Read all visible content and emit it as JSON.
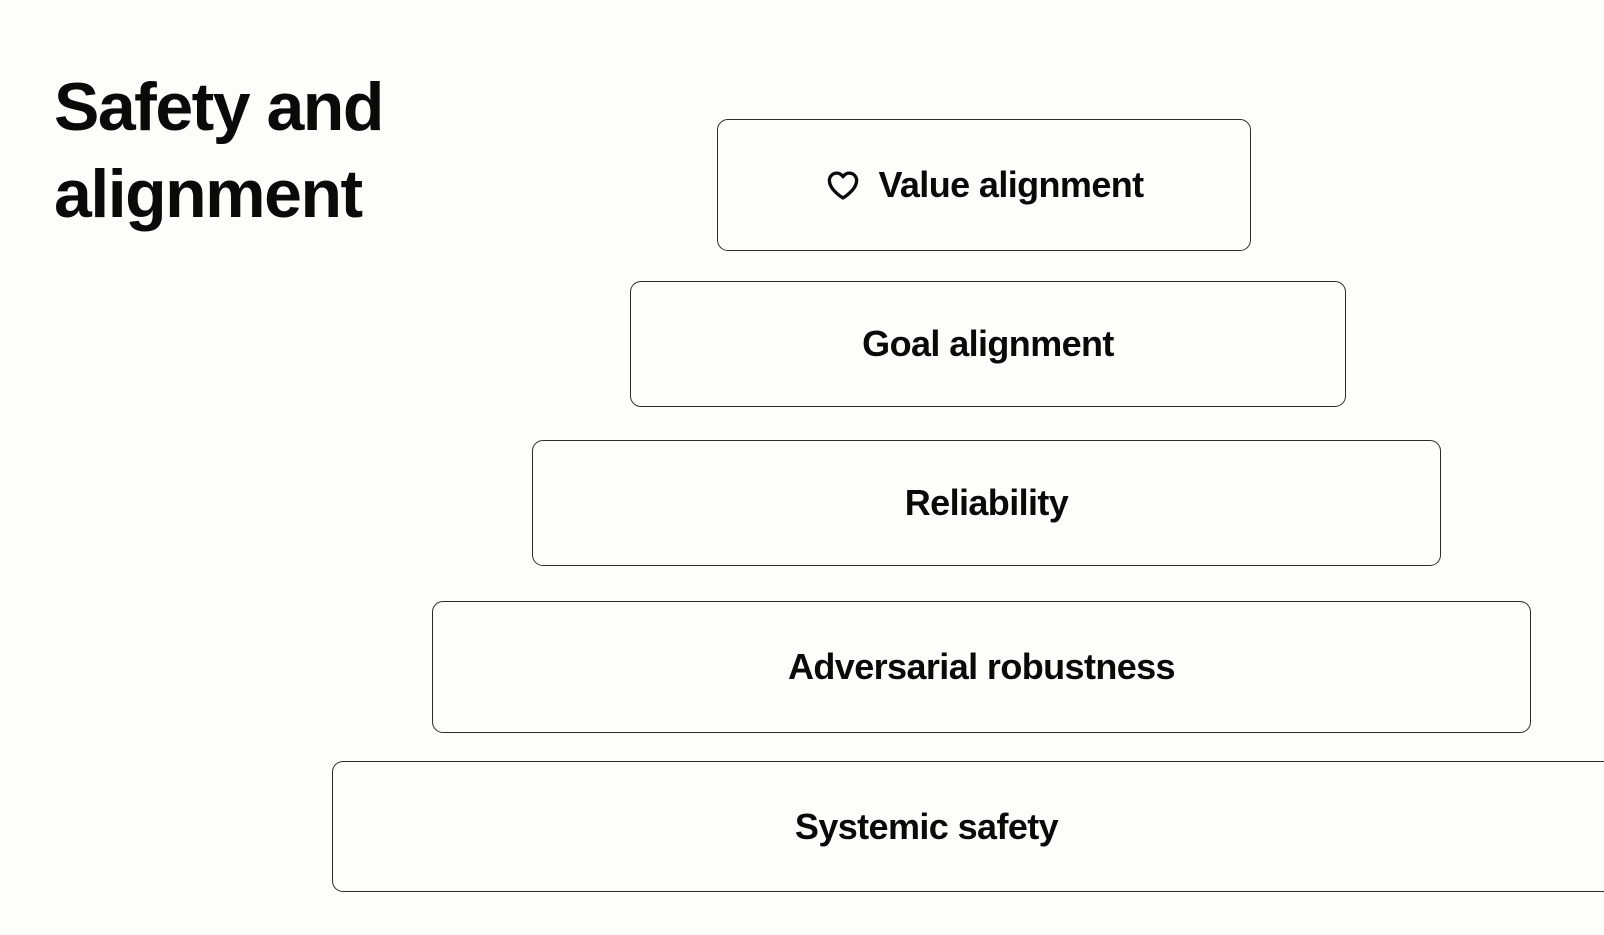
{
  "slide": {
    "title": "Safety and\nalignment",
    "background_color": "#FDFDFC",
    "text_color": "#0A0A0A",
    "border_color": "#2B2B2B"
  },
  "pyramid": {
    "name": "safety-and-alignment-pyramid",
    "orientation": "inverted-pyramid-widening-downward",
    "rows": [
      {
        "level": 1,
        "label": "Value alignment",
        "icon": "heart-icon",
        "has_icon": true,
        "clipped": false
      },
      {
        "level": 2,
        "label": "Goal alignment",
        "icon": null,
        "has_icon": false,
        "clipped": false
      },
      {
        "level": 3,
        "label": "Reliability",
        "icon": null,
        "has_icon": false,
        "clipped": false
      },
      {
        "level": 4,
        "label": "Adversarial robustness",
        "icon": null,
        "has_icon": false,
        "clipped": false
      },
      {
        "level": 5,
        "label": "Systemic safety",
        "icon": null,
        "has_icon": false,
        "clipped": true
      }
    ]
  }
}
